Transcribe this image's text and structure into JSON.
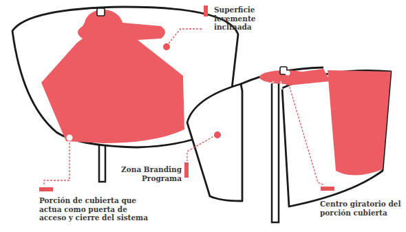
{
  "diagram": {
    "labels": [
      "Superficie levemente inclinada",
      "Porción de cubierta que actua como puerta de acceso y cierre del sistema",
      "Zona Branding Programa",
      "Centro giratorio del porción cubierta"
    ]
  }
}
